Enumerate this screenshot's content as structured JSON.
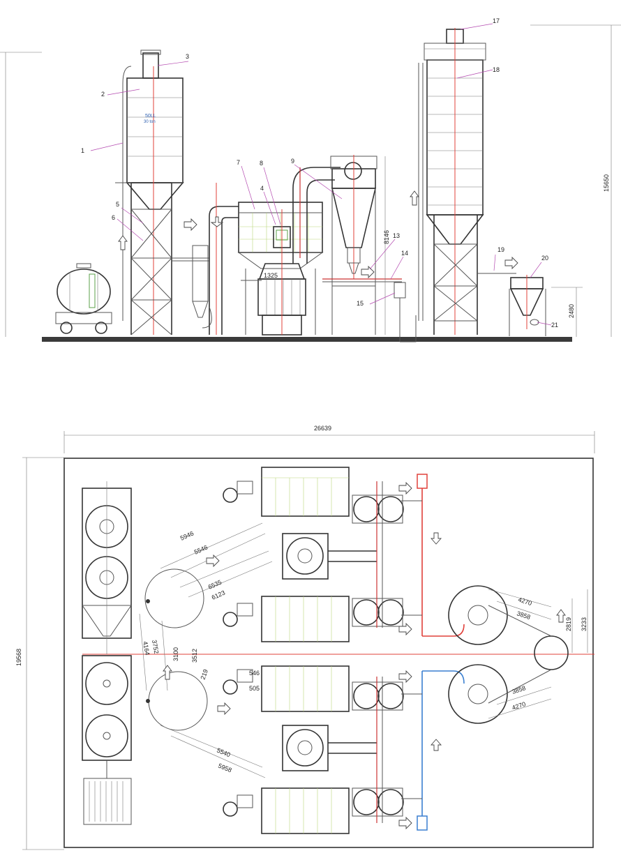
{
  "elevation": {
    "callouts": [
      {
        "id": "c1",
        "text": "1"
      },
      {
        "id": "c2",
        "text": "2"
      },
      {
        "id": "c3",
        "text": "3"
      },
      {
        "id": "c4",
        "text": "4"
      },
      {
        "id": "c5",
        "text": "5"
      },
      {
        "id": "c6",
        "text": "6"
      },
      {
        "id": "c7",
        "text": "7"
      },
      {
        "id": "c8",
        "text": "8"
      },
      {
        "id": "c9",
        "text": "9"
      },
      {
        "id": "c13",
        "text": "13"
      },
      {
        "id": "c14",
        "text": "14"
      },
      {
        "id": "c15",
        "text": "15"
      },
      {
        "id": "c17",
        "text": "17"
      },
      {
        "id": "c18",
        "text": "18"
      },
      {
        "id": "c19",
        "text": "19"
      },
      {
        "id": "c20",
        "text": "20"
      },
      {
        "id": "c21",
        "text": "21"
      }
    ],
    "silo_marking_line1": "50LL",
    "silo_marking_line2": "30 ton",
    "dim_mill_width": "1325",
    "dim_cyclone_height": "8146",
    "dim_total_height": "15650",
    "dim_hopper_height": "2480"
  },
  "plan": {
    "dim_total_width": "26639",
    "dim_total_depth": "19568",
    "dims_upper": {
      "a": "5946",
      "b": "5546",
      "c": "6535",
      "d": "6123"
    },
    "dims_lower": {
      "a": "5540",
      "b": "5958"
    },
    "dims_center": {
      "a": "4164",
      "b": "3752",
      "c": "3100",
      "d": "3512",
      "e": "219",
      "f": "546",
      "g": "505"
    },
    "dims_right": {
      "a": "4270",
      "b": "3858",
      "c": "2819",
      "d": "3233",
      "e": "3858",
      "f": "4270"
    }
  },
  "colors": {
    "accent_red": "#e0403a",
    "accent_blue": "#3a7fd0",
    "grid_green": "#b9d77a",
    "leader": "#b44ab0"
  }
}
